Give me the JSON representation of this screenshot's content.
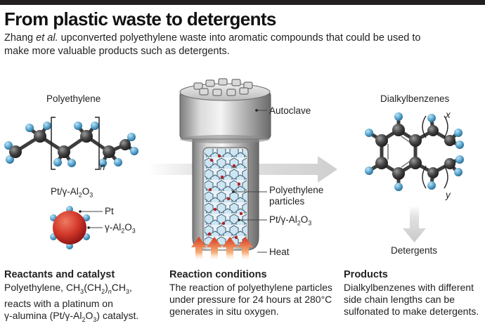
{
  "header": {
    "title": "From plastic waste to detergents",
    "subtitle_author": "Zhang ",
    "subtitle_etal": "et al.",
    "subtitle_rest": " upconverted polyethylene waste into aromatic compounds that could be used to make more valuable products such as detergents."
  },
  "labels": {
    "polyethylene": "Polyethylene",
    "repeat_n": "n",
    "catalyst_title_pre": "Pt/γ-Al",
    "catalyst_title_sub1": "2",
    "catalyst_title_mid": "O",
    "catalyst_title_sub2": "3",
    "pt": "Pt",
    "alumina_pre": "γ-Al",
    "alumina_sub1": "2",
    "alumina_mid": "O",
    "alumina_sub2": "3",
    "autoclave": "Autoclave",
    "particles_line1": "Polyethylene",
    "particles_line2": "particles",
    "reactor_cat_pre": "Pt/γ-Al",
    "reactor_cat_sub1": "2",
    "reactor_cat_mid": "O",
    "reactor_cat_sub2": "3",
    "heat": "Heat",
    "dialkylbenzenes": "Dialkylbenzenes",
    "chain_x": "x",
    "chain_y": "y",
    "detergents": "Detergents"
  },
  "sections": {
    "reactants": {
      "heading": "Reactants and catalyst",
      "l1_pre": "Polyethylene, CH",
      "l1_s1": "3",
      "l1_a": "(CH",
      "l1_s2": "2",
      "l1_b": ")",
      "l1_s3": "n",
      "l1_c": "CH",
      "l1_s4": "3",
      "l1_d": ",",
      "l2": "reacts with a platinum on",
      "l3_pre": "γ-alumina (Pt/γ-Al",
      "l3_s1": "2",
      "l3_mid": "O",
      "l3_s2": "3",
      "l3_post": ") catalyst."
    },
    "conditions": {
      "heading": "Reaction conditions",
      "l1": "The reaction of polyethylene particles",
      "l2": "under pressure for 24 hours at 280°C",
      "l3": "generates in situ oxygen."
    },
    "products": {
      "heading": "Products",
      "l1": "Dialkylbenzenes with different",
      "l2": "side chain lengths can be",
      "l3": "sulfonated to make detergents."
    }
  },
  "colors": {
    "carbon": "#3d3d3d",
    "hydrogen": "#5aa6cf",
    "platinum": "#b31f1f",
    "heat": "#e0401e",
    "arrow": "#d4d4d4",
    "metal": "#b8b8b8"
  }
}
